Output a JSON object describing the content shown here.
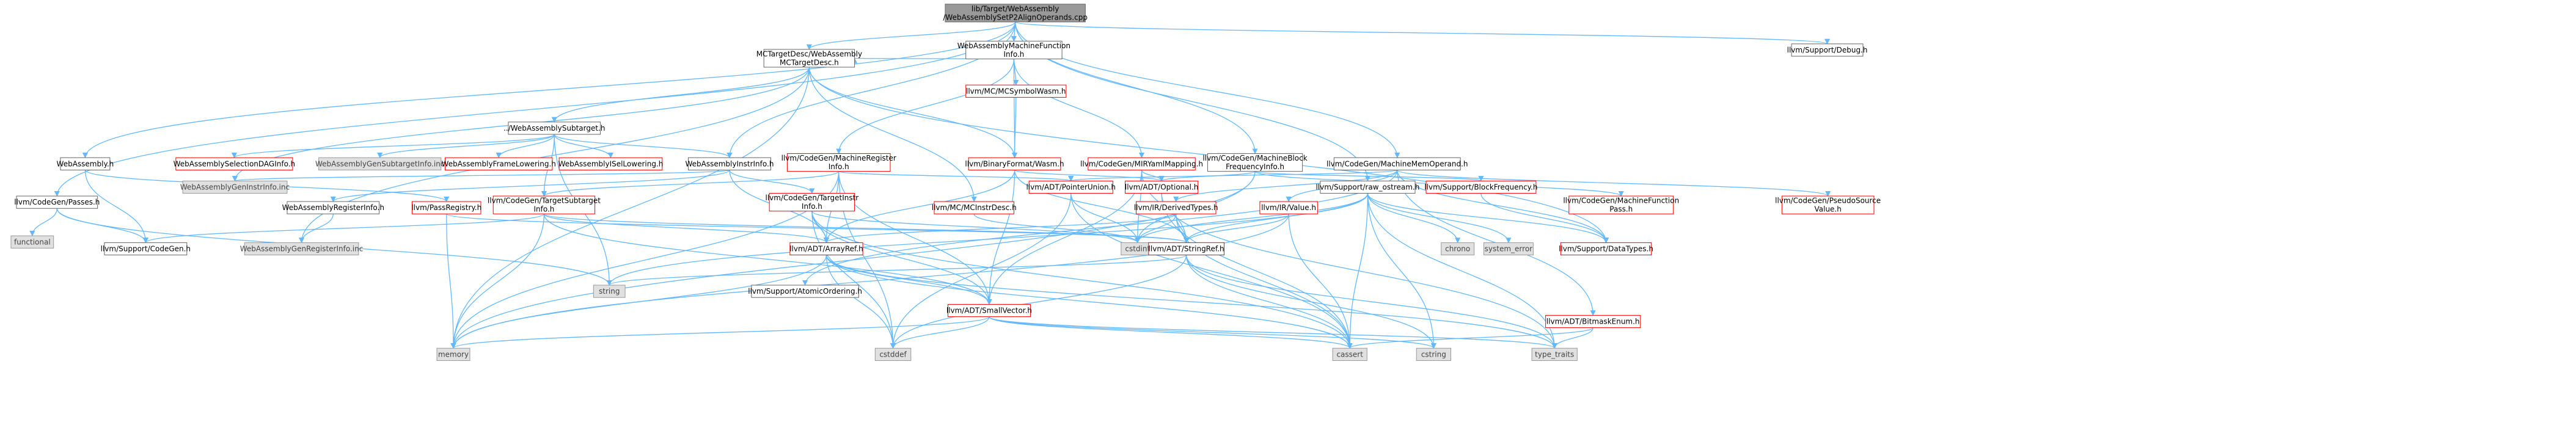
{
  "colors": {
    "edge": "#63b8ff",
    "root_fill": "#999999",
    "red_border": "#ff0000",
    "gray_fill": "#e0e0e0",
    "gray_border": "#999999",
    "white_fill": "#ffffff",
    "text": "#000000"
  },
  "nodes": [
    {
      "id": "root",
      "lines": [
        "lib/Target/WebAssembly",
        "/WebAssemblySetP2AlignOperands.cpp"
      ],
      "style": "root"
    },
    {
      "id": "mfi",
      "lines": [
        "WebAssemblyMachineFunction",
        "Info.h"
      ],
      "style": "plain"
    },
    {
      "id": "debug",
      "lines": [
        "llvm/Support/Debug.h"
      ],
      "style": "plain"
    },
    {
      "id": "mcdesc",
      "lines": [
        "MCTargetDesc/WebAssembly",
        "MCTargetDesc.h"
      ],
      "style": "plain"
    },
    {
      "id": "mcsym",
      "lines": [
        "llvm/MC/MCSymbolWasm.h"
      ],
      "style": "red"
    },
    {
      "id": "subtarget",
      "lines": [
        "../WebAssemblySubtarget.h"
      ],
      "style": "plain"
    },
    {
      "id": "wasm",
      "lines": [
        "WebAssembly.h"
      ],
      "style": "plain"
    },
    {
      "id": "cgpasses",
      "lines": [
        "llvm/CodeGen/Passes.h"
      ],
      "style": "plain"
    },
    {
      "id": "seldag",
      "lines": [
        "WebAssemblySelectionDAGInfo.h"
      ],
      "style": "red"
    },
    {
      "id": "gensub",
      "lines": [
        "WebAssemblyGenSubtargetInfo.inc"
      ],
      "style": "gray"
    },
    {
      "id": "framelow",
      "lines": [
        "WebAssemblyFrameLowering.h"
      ],
      "style": "red"
    },
    {
      "id": "isellow",
      "lines": [
        "WebAssemblyISelLowering.h"
      ],
      "style": "red"
    },
    {
      "id": "instrinfo",
      "lines": [
        "WebAssemblyInstrInfo.h"
      ],
      "style": "plain"
    },
    {
      "id": "mreginfo",
      "lines": [
        "llvm/CodeGen/MachineRegister",
        "Info.h"
      ],
      "style": "red"
    },
    {
      "id": "binfmt",
      "lines": [
        "llvm/BinaryFormat/Wasm.h"
      ],
      "style": "red"
    },
    {
      "id": "mirymap",
      "lines": [
        "llvm/CodeGen/MIRYamlMapping.h"
      ],
      "style": "red"
    },
    {
      "id": "mbfi",
      "lines": [
        "llvm/CodeGen/MachineBlock",
        "FrequencyInfo.h"
      ],
      "style": "plain"
    },
    {
      "id": "mmo",
      "lines": [
        "llvm/CodeGen/MachineMemOperand.h"
      ],
      "style": "plain"
    },
    {
      "id": "geninstr",
      "lines": [
        "WebAssemblyGenInstrInfo.inc"
      ],
      "style": "gray"
    },
    {
      "id": "regfile",
      "lines": [
        "WebAssemblyRegisterInfo.h"
      ],
      "style": "plain"
    },
    {
      "id": "passreg",
      "lines": [
        "llvm/PassRegistry.h"
      ],
      "style": "red"
    },
    {
      "id": "tgtsub",
      "lines": [
        "llvm/CodeGen/TargetSubtarget",
        "Info.h"
      ],
      "style": "red"
    },
    {
      "id": "tgtinstr",
      "lines": [
        "llvm/CodeGen/TargetInstr",
        "Info.h"
      ],
      "style": "red"
    },
    {
      "id": "mcinstrdesc",
      "lines": [
        "llvm/MC/MCInstrDesc.h"
      ],
      "style": "red"
    },
    {
      "id": "ptrunion",
      "lines": [
        "llvm/ADT/PointerUnion.h"
      ],
      "style": "red"
    },
    {
      "id": "optional",
      "lines": [
        "llvm/ADT/Optional.h"
      ],
      "style": "red"
    },
    {
      "id": "derived",
      "lines": [
        "llvm/IR/DerivedTypes.h"
      ],
      "style": "red"
    },
    {
      "id": "irvalue",
      "lines": [
        "llvm/IR/Value.h"
      ],
      "style": "red"
    },
    {
      "id": "rawos",
      "lines": [
        "llvm/Support/raw_ostream.h"
      ],
      "style": "plain"
    },
    {
      "id": "blockfreq",
      "lines": [
        "llvm/Support/BlockFrequency.h"
      ],
      "style": "red"
    },
    {
      "id": "mfpass",
      "lines": [
        "llvm/CodeGen/MachineFunction",
        "Pass.h"
      ],
      "style": "red"
    },
    {
      "id": "pseudo",
      "lines": [
        "llvm/CodeGen/PseudoSource",
        "Value.h"
      ],
      "style": "red"
    },
    {
      "id": "functional",
      "lines": [
        "functional"
      ],
      "style": "gray"
    },
    {
      "id": "supcg",
      "lines": [
        "llvm/Support/CodeGen.h"
      ],
      "style": "plain"
    },
    {
      "id": "genreg",
      "lines": [
        "WebAssemblyGenRegisterInfo.inc"
      ],
      "style": "gray"
    },
    {
      "id": "arrayref",
      "lines": [
        "llvm/ADT/ArrayRef.h"
      ],
      "style": "red"
    },
    {
      "id": "cstdint",
      "lines": [
        "cstdint"
      ],
      "style": "gray"
    },
    {
      "id": "strref",
      "lines": [
        "llvm/ADT/StringRef.h"
      ],
      "style": "red"
    },
    {
      "id": "chrono",
      "lines": [
        "chrono"
      ],
      "style": "gray"
    },
    {
      "id": "syserr",
      "lines": [
        "system_error"
      ],
      "style": "gray"
    },
    {
      "id": "datatypes",
      "lines": [
        "llvm/Support/DataTypes.h"
      ],
      "style": "red"
    },
    {
      "id": "string",
      "lines": [
        "string"
      ],
      "style": "gray"
    },
    {
      "id": "atomic",
      "lines": [
        "llvm/Support/AtomicOrdering.h"
      ],
      "style": "plain"
    },
    {
      "id": "smallvec",
      "lines": [
        "llvm/ADT/SmallVector.h"
      ],
      "style": "red"
    },
    {
      "id": "bitmask",
      "lines": [
        "llvm/ADT/BitmaskEnum.h"
      ],
      "style": "red"
    },
    {
      "id": "memory",
      "lines": [
        "memory"
      ],
      "style": "gray"
    },
    {
      "id": "cstddef",
      "lines": [
        "cstddef"
      ],
      "style": "gray"
    },
    {
      "id": "cstring",
      "lines": [
        "cstring"
      ],
      "style": "gray"
    },
    {
      "id": "cassert",
      "lines": [
        "cassert"
      ],
      "style": "gray"
    },
    {
      "id": "typetraits",
      "lines": [
        "type_traits"
      ],
      "style": "gray"
    }
  ],
  "edges": [
    [
      "root",
      "mfi"
    ],
    [
      "root",
      "debug"
    ],
    [
      "root",
      "mcdesc"
    ],
    [
      "root",
      "wasm"
    ],
    [
      "root",
      "cgpasses"
    ],
    [
      "root",
      "instrinfo"
    ],
    [
      "root",
      "mbfi"
    ],
    [
      "root",
      "mmo"
    ],
    [
      "root",
      "rawos"
    ],
    [
      "mfi",
      "mcdesc"
    ],
    [
      "mfi",
      "mcsym"
    ],
    [
      "mfi",
      "mreginfo"
    ],
    [
      "mfi",
      "binfmt"
    ],
    [
      "mfi",
      "mirymap"
    ],
    [
      "mcdesc",
      "subtarget"
    ],
    [
      "mcdesc",
      "geninstr"
    ],
    [
      "mcdesc",
      "genreg"
    ],
    [
      "mcdesc",
      "mcinstrdesc"
    ],
    [
      "mcdesc",
      "binfmt"
    ],
    [
      "mcdesc",
      "memory"
    ],
    [
      "mcdesc",
      "datatypes"
    ],
    [
      "mcsym",
      "binfmt"
    ],
    [
      "subtarget",
      "seldag"
    ],
    [
      "subtarget",
      "gensub"
    ],
    [
      "subtarget",
      "framelow"
    ],
    [
      "subtarget",
      "isellow"
    ],
    [
      "subtarget",
      "instrinfo"
    ],
    [
      "subtarget",
      "tgtsub"
    ],
    [
      "subtarget",
      "string"
    ],
    [
      "wasm",
      "passreg"
    ],
    [
      "wasm",
      "supcg"
    ],
    [
      "cgpasses",
      "functional"
    ],
    [
      "cgpasses",
      "supcg"
    ],
    [
      "cgpasses",
      "string"
    ],
    [
      "instrinfo",
      "geninstr"
    ],
    [
      "instrinfo",
      "regfile"
    ],
    [
      "instrinfo",
      "tgtinstr"
    ],
    [
      "instrinfo",
      "arrayref"
    ],
    [
      "mreginfo",
      "arrayref"
    ],
    [
      "mreginfo",
      "ptrunion"
    ],
    [
      "mreginfo",
      "smallvec"
    ],
    [
      "mreginfo",
      "memory"
    ],
    [
      "mreginfo",
      "tgtsub"
    ],
    [
      "mreginfo",
      "cstddef"
    ],
    [
      "binfmt",
      "arrayref"
    ],
    [
      "binfmt",
      "optional"
    ],
    [
      "binfmt",
      "strref"
    ],
    [
      "binfmt",
      "smallvec"
    ],
    [
      "mirymap",
      "optional"
    ],
    [
      "mirymap",
      "strref"
    ],
    [
      "mirymap",
      "smallvec"
    ],
    [
      "mirymap",
      "cstdint"
    ],
    [
      "mbfi",
      "optional"
    ],
    [
      "mbfi",
      "blockfreq"
    ],
    [
      "mbfi",
      "mfpass"
    ],
    [
      "mbfi",
      "cstdint"
    ],
    [
      "mbfi",
      "memory"
    ],
    [
      "mmo",
      "ptrunion"
    ],
    [
      "mmo",
      "bitmask"
    ],
    [
      "mmo",
      "derived"
    ],
    [
      "mmo",
      "irvalue"
    ],
    [
      "mmo",
      "datatypes"
    ],
    [
      "mmo",
      "pseudo"
    ],
    [
      "mmo",
      "atomic"
    ],
    [
      "regfile",
      "genreg"
    ],
    [
      "passreg",
      "memory"
    ],
    [
      "passreg",
      "strref"
    ],
    [
      "tgtsub",
      "arrayref"
    ],
    [
      "tgtsub",
      "smallvec"
    ],
    [
      "tgtsub",
      "supcg"
    ],
    [
      "tgtsub",
      "memory"
    ],
    [
      "tgtsub",
      "strref"
    ],
    [
      "tgtinstr",
      "arrayref"
    ],
    [
      "tgtinstr",
      "smallvec"
    ],
    [
      "tgtinstr",
      "cstdint"
    ],
    [
      "tgtinstr",
      "cassert"
    ],
    [
      "tgtinstr",
      "cstddef"
    ],
    [
      "mcinstrdesc",
      "cstdint"
    ],
    [
      "ptrunion",
      "cstdint"
    ],
    [
      "ptrunion",
      "cstddef"
    ],
    [
      "ptrunion",
      "cassert"
    ],
    [
      "optional",
      "cassert"
    ],
    [
      "optional",
      "typetraits"
    ],
    [
      "derived",
      "arrayref"
    ],
    [
      "derived",
      "strref"
    ],
    [
      "derived",
      "cassert"
    ],
    [
      "derived",
      "cstdint"
    ],
    [
      "irvalue",
      "strref"
    ],
    [
      "irvalue",
      "cassert"
    ],
    [
      "irvalue",
      "memory"
    ],
    [
      "rawos",
      "strref"
    ],
    [
      "rawos",
      "chrono"
    ],
    [
      "rawos",
      "syserr"
    ],
    [
      "rawos",
      "datatypes"
    ],
    [
      "rawos",
      "string"
    ],
    [
      "rawos",
      "cstring"
    ],
    [
      "rawos",
      "cstdint"
    ],
    [
      "rawos",
      "cassert"
    ],
    [
      "rawos",
      "type_traits_dummy"
    ],
    [
      "rawos",
      "typetraits"
    ],
    [
      "blockfreq",
      "datatypes"
    ],
    [
      "arrayref",
      "smallvec"
    ],
    [
      "arrayref",
      "memory"
    ],
    [
      "arrayref",
      "cstddef"
    ],
    [
      "arrayref",
      "cassert"
    ],
    [
      "arrayref",
      "typetraits"
    ],
    [
      "strref",
      "string"
    ],
    [
      "strref",
      "cstring"
    ],
    [
      "strref",
      "cassert"
    ],
    [
      "strref",
      "cstddef"
    ],
    [
      "strref",
      "typetraits"
    ],
    [
      "smallvec",
      "memory"
    ],
    [
      "smallvec",
      "cstddef"
    ],
    [
      "smallvec",
      "cstring"
    ],
    [
      "smallvec",
      "cassert"
    ],
    [
      "smallvec",
      "typetraits"
    ],
    [
      "bitmask",
      "cassert"
    ],
    [
      "bitmask",
      "typetraits"
    ]
  ]
}
